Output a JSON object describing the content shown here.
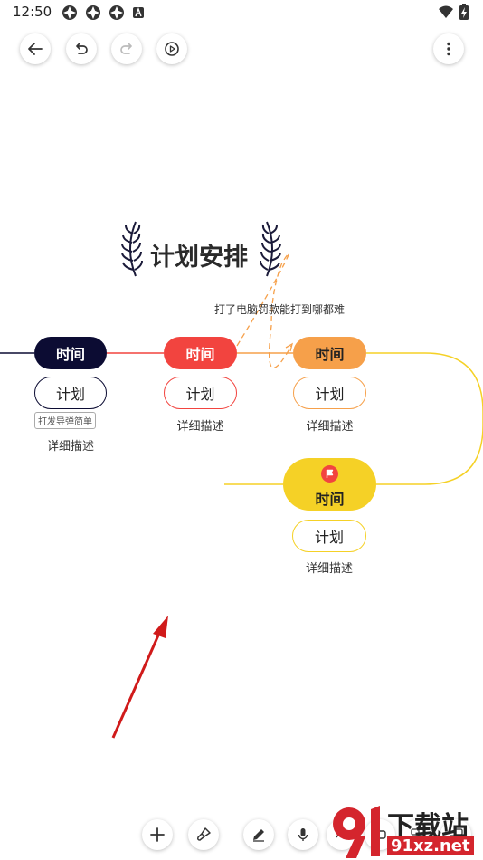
{
  "status_bar": {
    "time": "12:50"
  },
  "map": {
    "title": "计划安排",
    "annotation": "打了电脑罚款能打到哪都难",
    "nodes": [
      {
        "time": "时间",
        "plan": "计划",
        "desc": "详细描述",
        "tag": "打发导弹简单"
      },
      {
        "time": "时间",
        "plan": "计划",
        "desc": "详细描述"
      },
      {
        "time": "时间",
        "plan": "计划",
        "desc": "详细描述"
      },
      {
        "time": "时间",
        "plan": "计划",
        "desc": "详细描述"
      }
    ]
  },
  "colors": {
    "navy": "#0c0c33",
    "red": "#f2443f",
    "orange": "#f6a04a",
    "yellow": "#f5d126",
    "arrow": "#d01a1a"
  },
  "watermark": {
    "top": "下载站",
    "bottom": "91xz.net"
  }
}
